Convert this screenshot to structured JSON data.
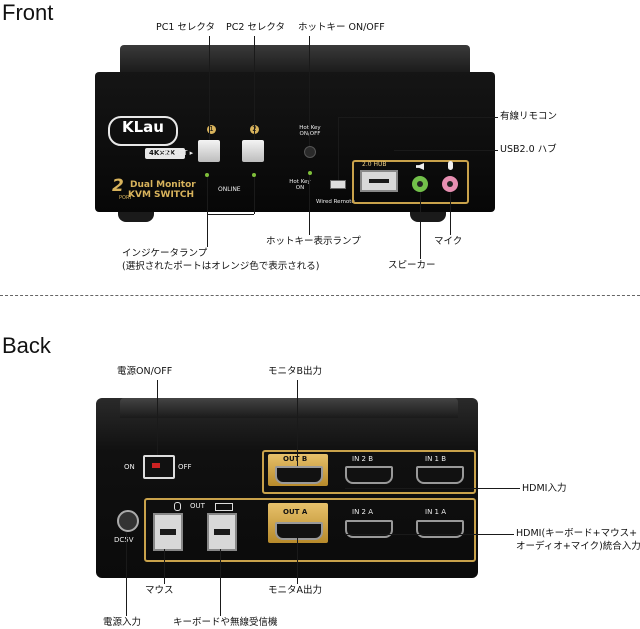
{
  "front": {
    "title": "Front",
    "labels": {
      "pc1": "PC1 セレクタ",
      "pc2": "PC2 セレクタ",
      "hotkey_switch": "ホットキー ON/OFF",
      "wired_remote": "有線リモコン",
      "usb_hub": "USB2.0 ハブ",
      "hotkey_lamp": "ホットキー表示ランプ",
      "mic": "マイク",
      "indicator_line1": "インジケータランプ",
      "indicator_line2": "(選択されたポートはオレンジ色で表示される)",
      "speaker": "スピーカー"
    },
    "device": {
      "brand": "KLau",
      "resolution": "4K×2K",
      "product_line1": "Dual Monitor",
      "product_line2": "KVM SWITCH",
      "ports_badge": "2",
      "ports_sub": "PORT",
      "select": "SELECT ▸",
      "online": "ONLINE",
      "btn1": "1",
      "btn2": "2",
      "hotkey_onoff": "Hot Key ON/OFF",
      "hotkey_on": "Hot Key ON",
      "wired_remote": "Wired Remote",
      "hub": "2.0 HUB"
    }
  },
  "back": {
    "title": "Back",
    "labels": {
      "power_switch": "電源ON/OFF",
      "monitor_b": "モニタB出力",
      "hdmi_in": "HDMI入力",
      "hdmi_combined_line1": "HDMI(キーボード+マウス+",
      "hdmi_combined_line2": "オーディオ+マイク)統合入力",
      "mouse": "マウス",
      "monitor_a": "モニタA出力",
      "power_input": "電源入力",
      "keyboard": "キーボードや無線受信機"
    },
    "device": {
      "on": "ON",
      "off": "OFF",
      "dc": "DC5V",
      "out_b": "OUT B",
      "in2b": "IN 2 B",
      "in1b": "IN 1 B",
      "out": "OUT",
      "out_a": "OUT A",
      "in2a": "IN 2 A",
      "in1a": "IN 1 A"
    }
  }
}
